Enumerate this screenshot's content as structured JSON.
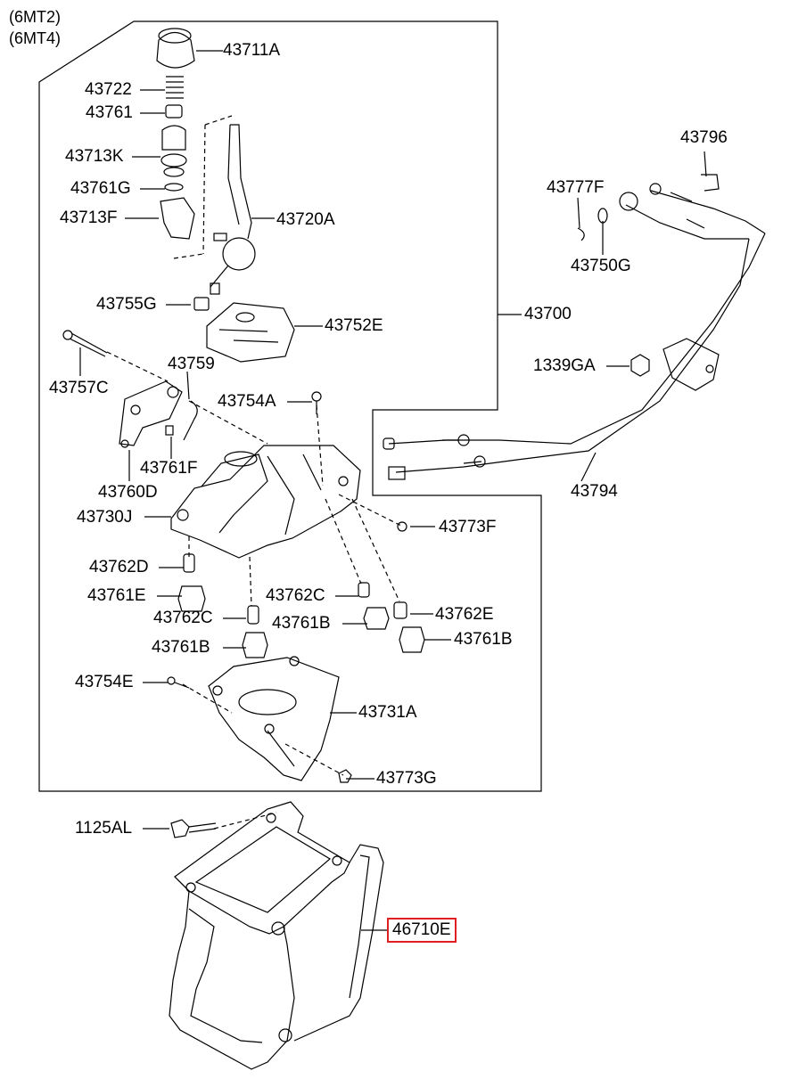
{
  "header": {
    "variants": [
      "(6MT2)",
      "(6MT4)"
    ]
  },
  "labels": {
    "p43711A": "43711A",
    "p43722": "43722",
    "p43761": "43761",
    "p43713K": "43713K",
    "p43761G": "43761G",
    "p43713F": "43713F",
    "p43720A": "43720A",
    "p43755G": "43755G",
    "p43752E": "43752E",
    "p43700": "43700",
    "p43757C": "43757C",
    "p43759": "43759",
    "p43754A": "43754A",
    "p43761F": "43761F",
    "p43760D": "43760D",
    "p43730J": "43730J",
    "p43773F": "43773F",
    "p43762D": "43762D",
    "p43761E": "43761E",
    "p43762C_a": "43762C",
    "p43762C_b": "43762C",
    "p43761B_a": "43761B",
    "p43761B_b": "43761B",
    "p43762E": "43762E",
    "p43761B_c": "43761B",
    "p43754E": "43754E",
    "p43731A": "43731A",
    "p43773G": "43773G",
    "p1125AL": "1125AL",
    "p46710E": "46710E",
    "p43796": "43796",
    "p43777F": "43777F",
    "p43750G": "43750G",
    "p1339GA": "1339GA",
    "p43794": "43794"
  },
  "highlight": {
    "part": "46710E",
    "color": "#e02020"
  }
}
